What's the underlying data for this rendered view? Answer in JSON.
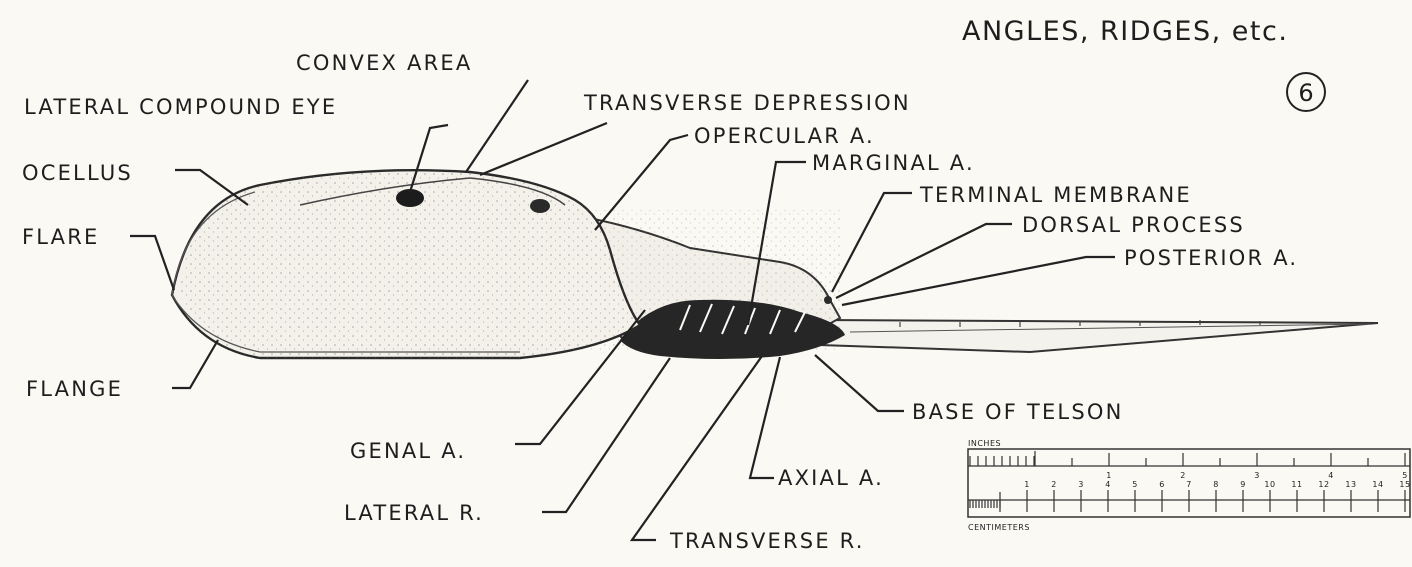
{
  "title": "ANGLES, RIDGES, etc.",
  "figure_number": "6",
  "labels": {
    "convex_area": "CONVEX AREA",
    "lateral_compound_eye": "LATERAL COMPOUND EYE",
    "transverse_depression": "TRANSVERSE DEPRESSION",
    "opercular_a": "OPERCULAR A.",
    "marginal_a": "MARGINAL A.",
    "terminal_membrane": "TERMINAL MEMBRANE",
    "dorsal_process": "DORSAL PROCESS",
    "posterior_a": "POSTERIOR A.",
    "ocellus": "OCELLUS",
    "flare": "FLARE",
    "flange": "FLANGE",
    "genal_a": "GENAL A.",
    "lateral_r": "LATERAL R.",
    "transverse_r": "TRANSVERSE R.",
    "axial_a": "AXIAL A.",
    "base_of_telson": "BASE OF TELSON"
  },
  "scale": {
    "inches_label": "INCHES",
    "centimeters_label": "CENTIMETERS",
    "inch_marks": [
      "1",
      "2",
      "3",
      "4",
      "5"
    ],
    "cm_marks": [
      "1",
      "2",
      "3",
      "4",
      "5",
      "6",
      "7",
      "8",
      "9",
      "10",
      "11",
      "12",
      "13",
      "14",
      "15"
    ]
  }
}
